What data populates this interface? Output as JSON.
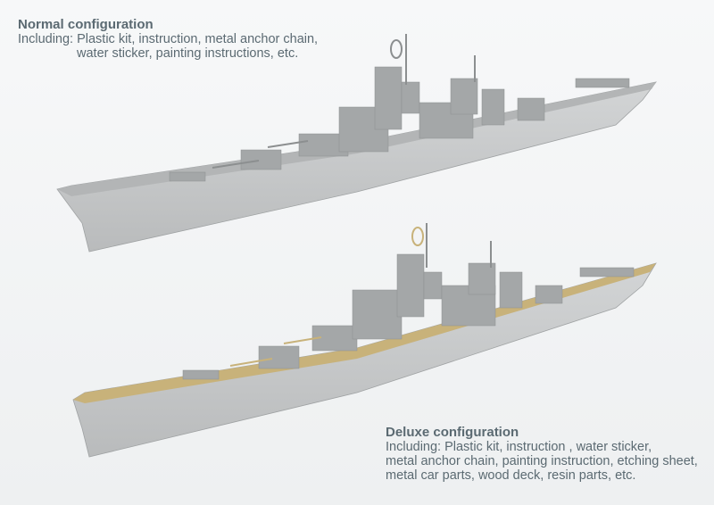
{
  "normal": {
    "title": "Normal configuration",
    "line1": "Including: Plastic kit, instruction, metal anchor chain,",
    "line2": "water sticker, painting instructions, etc."
  },
  "deluxe": {
    "title": "Deluxe configuration",
    "line1": "Including: Plastic kit, instruction , water sticker,",
    "line2": "metal anchor chain, painting instruction, etching sheet,",
    "line3": "metal car parts, wood deck, resin parts, etc."
  },
  "colors": {
    "hull": "#c9cbcc",
    "deck": "#b8babb",
    "wood": "#c8b27a",
    "text": "#5b6a72"
  }
}
